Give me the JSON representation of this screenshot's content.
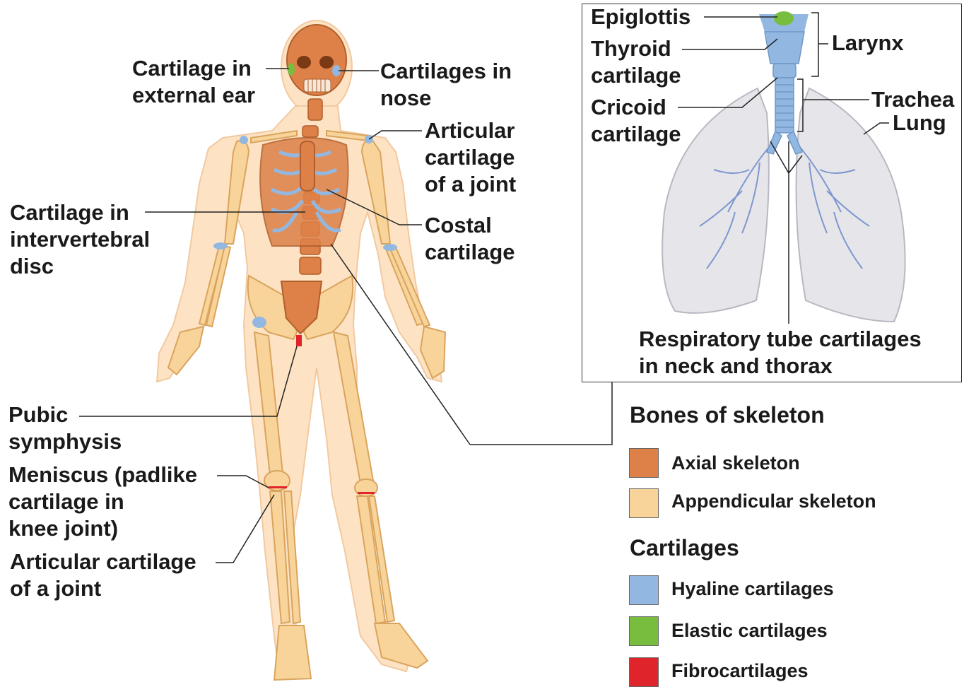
{
  "labels": {
    "ext_ear": [
      "Cartilage in",
      "external ear"
    ],
    "nose": [
      "Cartilages in",
      "nose"
    ],
    "articular_top": [
      "Articular",
      "cartilage",
      "of a joint"
    ],
    "intervertebral": [
      "Cartilage in",
      "intervertebral",
      "disc"
    ],
    "costal": [
      "Costal",
      "cartilage"
    ],
    "pubic": [
      "Pubic",
      "symphysis"
    ],
    "meniscus": [
      "Meniscus (padlike",
      "cartilage in",
      "knee joint)"
    ],
    "articular_bottom": [
      "Articular cartilage",
      "of a joint"
    ]
  },
  "inset": {
    "epiglottis": "Epiglottis",
    "thyroid": [
      "Thyroid",
      "cartilage"
    ],
    "cricoid": [
      "Cricoid",
      "cartilage"
    ],
    "larynx": "Larynx",
    "trachea": "Trachea",
    "lung": "Lung",
    "respiratory": [
      "Respiratory tube cartilages",
      "in neck and thorax"
    ]
  },
  "legend": {
    "bones_title": "Bones of skeleton",
    "bones": [
      {
        "label": "Axial skeleton",
        "color": "#dd8148"
      },
      {
        "label": "Appendicular skeleton",
        "color": "#f8d49a"
      }
    ],
    "cartilage_title": "Cartilages",
    "cartilages": [
      {
        "label": "Hyaline cartilages",
        "color": "#92b8e2"
      },
      {
        "label": "Elastic cartilages",
        "color": "#78bd3e"
      },
      {
        "label": "Fibrocartilages",
        "color": "#e0242b"
      }
    ]
  },
  "colors": {
    "axial": "#dd8148",
    "appendicular": "#f8d49a",
    "hyaline": "#92b8e2",
    "elastic": "#78bd3e",
    "fibro": "#e0242b",
    "skin": "#fde3c4",
    "lung": "#e6e6ea"
  }
}
